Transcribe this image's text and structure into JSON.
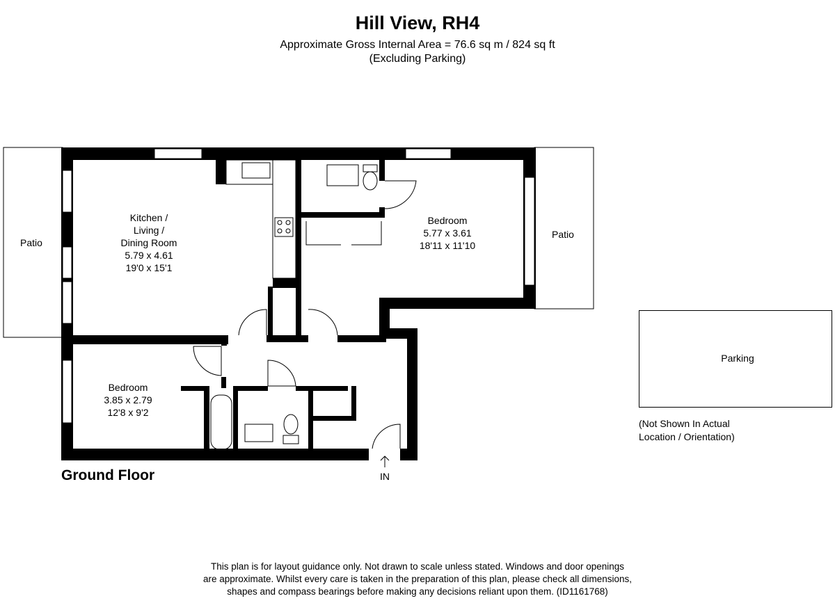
{
  "header": {
    "title": "Hill View, RH4",
    "area": "Approximate Gross Internal Area = 76.6 sq m / 824 sq ft",
    "note": "(Excluding Parking)"
  },
  "rooms": {
    "kitchen": {
      "name1": "Kitchen /",
      "name2": "Living /",
      "name3": "Dining Room",
      "metric": "5.79 x 4.61",
      "imperial": "19'0 x 15'1"
    },
    "bedroom1": {
      "name": "Bedroom",
      "metric": "5.77 x 3.61",
      "imperial": "18'11 x 11'10"
    },
    "bedroom2": {
      "name": "Bedroom",
      "metric": "3.85 x 2.79",
      "imperial": "12'8 x 9'2"
    },
    "patio_left": "Patio",
    "patio_right": "Patio",
    "parking": "Parking",
    "parking_note1": "(Not Shown In Actual",
    "parking_note2": "Location / Orientation)"
  },
  "floor_label": "Ground Floor",
  "entrance_label": "IN",
  "disclaimer": {
    "line1": "This plan is for layout guidance only. Not drawn to scale unless stated. Windows and door openings",
    "line2": "are approximate. Whilst every care is taken in the preparation of this plan, please check all dimensions,",
    "line3": "shapes and compass bearings before making any decisions reliant upon them. (ID1161768)"
  }
}
